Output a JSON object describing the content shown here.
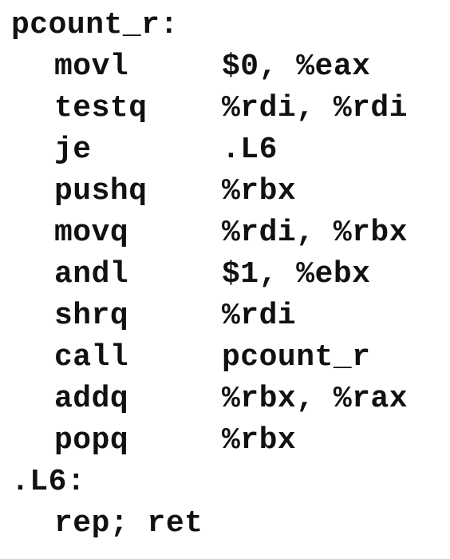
{
  "code": {
    "function_label": "pcount_r:",
    "instructions": [
      {
        "mnemonic": "movl",
        "operands": "$0, %eax"
      },
      {
        "mnemonic": "testq",
        "operands": "%rdi, %rdi"
      },
      {
        "mnemonic": "je",
        "operands": ".L6"
      },
      {
        "mnemonic": "pushq",
        "operands": "%rbx"
      },
      {
        "mnemonic": "movq",
        "operands": "%rdi, %rbx"
      },
      {
        "mnemonic": "andl",
        "operands": "$1, %ebx"
      },
      {
        "mnemonic": "shrq",
        "operands": "%rdi"
      },
      {
        "mnemonic": "call",
        "operands": "pcount_r"
      },
      {
        "mnemonic": "addq",
        "operands": "%rbx, %rax"
      },
      {
        "mnemonic": "popq",
        "operands": "%rbx"
      }
    ],
    "local_label": ".L6:",
    "final_instruction": "rep; ret"
  }
}
